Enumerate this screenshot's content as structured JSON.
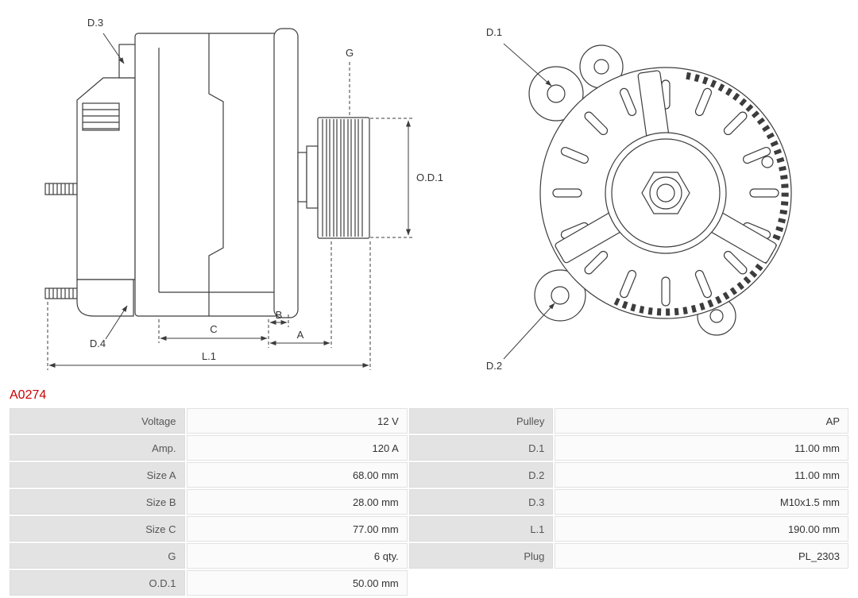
{
  "part_number": "A0274",
  "diagram": {
    "side_view": {
      "labels": {
        "d3": "D.3",
        "d4": "D.4",
        "g": "G",
        "od1": "O.D.1",
        "a": "A",
        "b": "B",
        "c": "C",
        "l1": "L.1"
      }
    },
    "front_view": {
      "labels": {
        "d1": "D.1",
        "d2": "D.2"
      }
    }
  },
  "spec_table": {
    "rows": [
      {
        "left_label": "Voltage",
        "left_value": "12 V",
        "right_label": "Pulley",
        "right_value": "AP"
      },
      {
        "left_label": "Amp.",
        "left_value": "120 A",
        "right_label": "D.1",
        "right_value": "11.00 mm"
      },
      {
        "left_label": "Size A",
        "left_value": "68.00 mm",
        "right_label": "D.2",
        "right_value": "11.00 mm"
      },
      {
        "left_label": "Size B",
        "left_value": "28.00 mm",
        "right_label": "D.3",
        "right_value": "M10x1.5 mm"
      },
      {
        "left_label": "Size C",
        "left_value": "77.00 mm",
        "right_label": "L.1",
        "right_value": "190.00 mm"
      },
      {
        "left_label": "G",
        "left_value": "6 qty.",
        "right_label": "Plug",
        "right_value": "PL_2303"
      },
      {
        "left_label": "O.D.1",
        "left_value": "50.00 mm"
      }
    ]
  },
  "colors": {
    "part_number": "#cc0000",
    "table_label_bg": "#e3e3e3",
    "table_value_bg": "#fbfbfb",
    "line": "#3c3c3c"
  }
}
